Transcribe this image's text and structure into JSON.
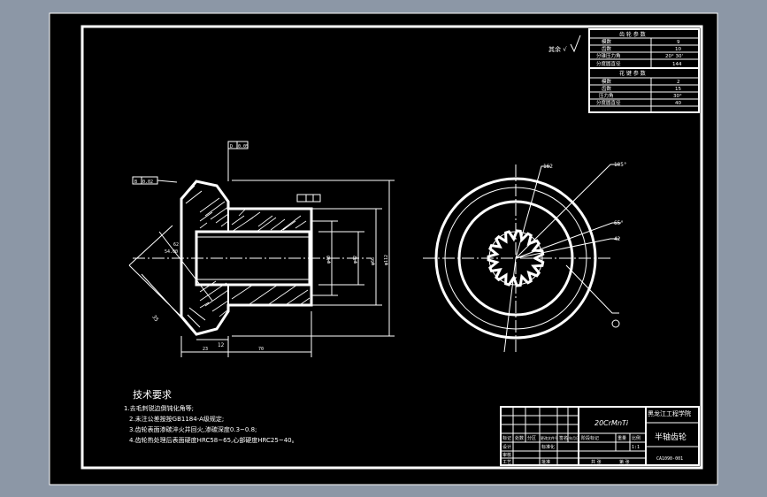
{
  "colors": {
    "workspace": "#8c97a6",
    "sheet": "#000000",
    "line": "#ffffff"
  },
  "gear_params_header": "齿 轮 参 数",
  "gear_params": [
    {
      "label": "模数",
      "value": "9"
    },
    {
      "label": "齿数",
      "value": "10"
    },
    {
      "label": "分锥压力角",
      "value": "20° 30'"
    },
    {
      "label": "分度圆直径",
      "value": "144"
    }
  ],
  "spline_params_header": "花 键 参 数",
  "spline_params": [
    {
      "label": "模数",
      "value": "2"
    },
    {
      "label": "齿数",
      "value": "15"
    },
    {
      "label": "压力角",
      "value": "30°"
    },
    {
      "label": "分度圆直径",
      "value": "40"
    }
  ],
  "roughness_note": "其余 √",
  "section_dims": {
    "tol1": "0.05",
    "tol2": "0.02",
    "datum_d": "D",
    "datum_b": "B",
    "r1": "62",
    "r2": "54.00",
    "l1": "35",
    "l2": "12",
    "l3": "23",
    "l4": "70",
    "d1": "φ40",
    "d2": "φ42",
    "d3": "φ66",
    "d4": "φ112"
  },
  "end_view_dims": {
    "a": "162",
    "b": "105°",
    "c": "65°",
    "d": "42"
  },
  "tech_req": {
    "title": "技术要求",
    "items": [
      "1.去毛刺锐边倒钝化角等;",
      "2.未注公差按按GB1184-A级规定;",
      "3.齿轮表面渗碳淬火并回火,渗碳深度0.3~0.8;",
      "4.齿轮热处理后表面硬度HRC58~65,心部硬度HRC25~40。"
    ]
  },
  "title_block": {
    "material": "20CrMnTi",
    "school": "黑龙江工程学院",
    "drawing_name": "半轴齿轮",
    "drawing_no": "CA1090-001",
    "scale": "1:1",
    "labels": {
      "mark": "标记",
      "count": "处数",
      "zone": "分区",
      "change_no": "更改文件号",
      "sign": "签名",
      "date": "年月日",
      "stage": "阶段标记",
      "weight": "重量",
      "scale": "比例",
      "design": "设计",
      "review": "审核",
      "process": "工艺",
      "std": "标准化",
      "approve": "批准",
      "sheets": "共 张",
      "sheet_no": "第 张"
    }
  }
}
